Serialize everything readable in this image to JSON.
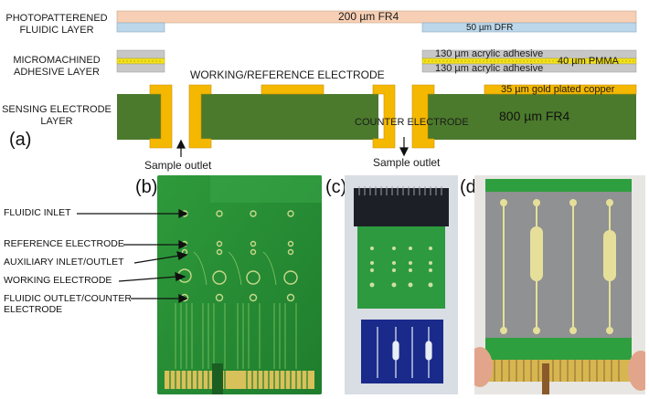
{
  "panel_a": {
    "tag": "(a)",
    "layer_labels": {
      "fluidic_line1": "PHOTOPATTERENED",
      "fluidic_line2": "FLUIDIC LAYER",
      "adhesive_line1": "MICROMACHINED",
      "adhesive_line2": "ADHESIVE LAYER",
      "sensing_line1": "SENSING ELECTRODE",
      "sensing_line2": "LAYER"
    },
    "material_labels": {
      "fr4_top": "200 µm FR4",
      "dfr": "50 µm DFR",
      "acrylic_top": "130 µm acrylic adhesive",
      "pmma": "40 µm PMMA",
      "acrylic_bottom": "130 µm acrylic adhesive",
      "gold": "35 µm gold plated copper",
      "fr4_bottom": "800 µm FR4"
    },
    "electrode_labels": {
      "working_reference": "WORKING/REFERENCE ELECTRODE",
      "counter": "COUNTER ELECTRODE"
    },
    "outlet_labels": {
      "left": "Sample outlet",
      "right": "Sample outlet"
    },
    "colors": {
      "fr4_peach": "#f7cfb4",
      "dfr_blue": "#bcd7ea",
      "acrylic_gray": "#c7c7c7",
      "pmma_yellow": "#f3e21b",
      "gold": "#f5b800",
      "fr4_green": "#4b7a2c"
    }
  },
  "panel_b": {
    "tag": "(b)",
    "callouts": {
      "fluidic_inlet": "FLUIDIC INLET",
      "reference_electrode": "REFERENCE ELECTRODE",
      "auxiliary": "AUXILIARY INLET/OUTLET",
      "working_electrode": "WORKING ELECTRODE",
      "fluidic_outlet_line1": "FLUIDIC OUTLET/COUNTER",
      "fluidic_outlet_line2": "ELECTRODE"
    }
  },
  "panel_c": {
    "tag": "(c)"
  },
  "panel_d": {
    "tag": "(d)"
  }
}
